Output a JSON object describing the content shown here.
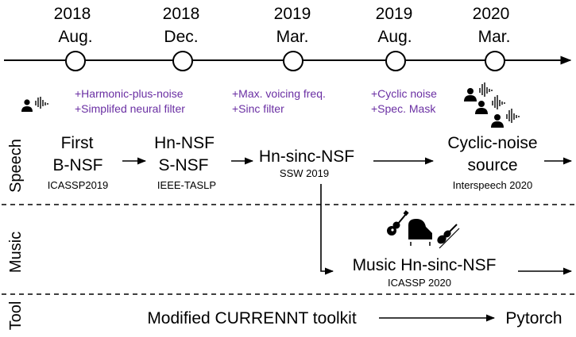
{
  "timeline": {
    "milestones": [
      {
        "year": "2018",
        "month": "Aug."
      },
      {
        "year": "2018",
        "month": "Dec."
      },
      {
        "year": "2019",
        "month": "Mar."
      },
      {
        "year": "2019",
        "month": "Aug."
      },
      {
        "year": "2020",
        "month": "Mar."
      }
    ]
  },
  "features": [
    [
      "+Harmonic-plus-noise",
      "+Simplifed neural filter"
    ],
    [
      "+Max. voicing freq.",
      "+Sinc filter"
    ],
    [
      "+Cyclic noise",
      "+Spec. Mask"
    ]
  ],
  "rows": {
    "speech": "Speech",
    "music": "Music",
    "tool": "Tool"
  },
  "speech_models": [
    {
      "line1": "First",
      "line2": "B-NSF",
      "venue": "ICASSP2019"
    },
    {
      "line1": "Hn-NSF",
      "line2": "S-NSF",
      "venue": "IEEE-TASLP"
    },
    {
      "line1": "Hn-sinc-NSF",
      "venue": "SSW 2019"
    },
    {
      "line1": "Cyclic-noise",
      "line2": "source",
      "venue": "Interspeech 2020"
    }
  ],
  "music_model": {
    "name": "Music Hn-sinc-NSF",
    "venue": "ICASSP 2020"
  },
  "tools": {
    "current": "Modified CURRENNT toolkit",
    "next": "Pytorch"
  },
  "colors": {
    "feature_text": "#6a2fa3",
    "line": "#000000"
  },
  "icons": [
    "speaker-waveform-icon",
    "guitar-icon",
    "piano-icon",
    "violin-icon"
  ]
}
